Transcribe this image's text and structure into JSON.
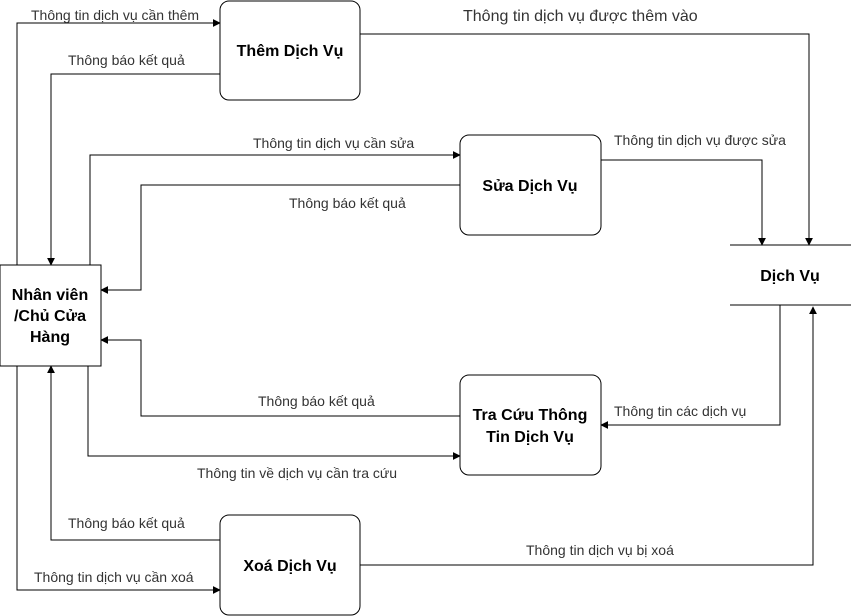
{
  "nodes": {
    "actor": {
      "lines": [
        "Nhân viên",
        "/Chủ Cửa",
        "Hàng"
      ]
    },
    "add": {
      "lines": [
        "Thêm Dịch Vụ"
      ]
    },
    "edit": {
      "lines": [
        "Sửa Dịch Vụ"
      ]
    },
    "search": {
      "lines": [
        "Tra Cứu Thông",
        "Tin Dịch Vụ"
      ]
    },
    "delete": {
      "lines": [
        "Xoá Dịch Vụ"
      ]
    },
    "store": {
      "lines": [
        "Dịch Vụ"
      ]
    }
  },
  "flows": {
    "add_in": "Thông tin dịch vụ cần thêm",
    "add_result": "Thông báo kết quả",
    "add_out": "Thông tin dịch vụ được thêm vào",
    "edit_in": "Thông tin dịch vụ cần sửa",
    "edit_result": "Thông báo kết quả",
    "edit_out": "Thông tin dịch vụ được sửa",
    "search_result": "Thông báo kết quả",
    "search_in": "Thông tin về dịch vụ cần tra cứu",
    "search_data": "Thông tin các dịch vụ",
    "delete_result": "Thông báo kết quả",
    "delete_in": "Thông tin dịch vụ cần xoá",
    "delete_out": "Thông tin dịch vụ bị xoá"
  }
}
